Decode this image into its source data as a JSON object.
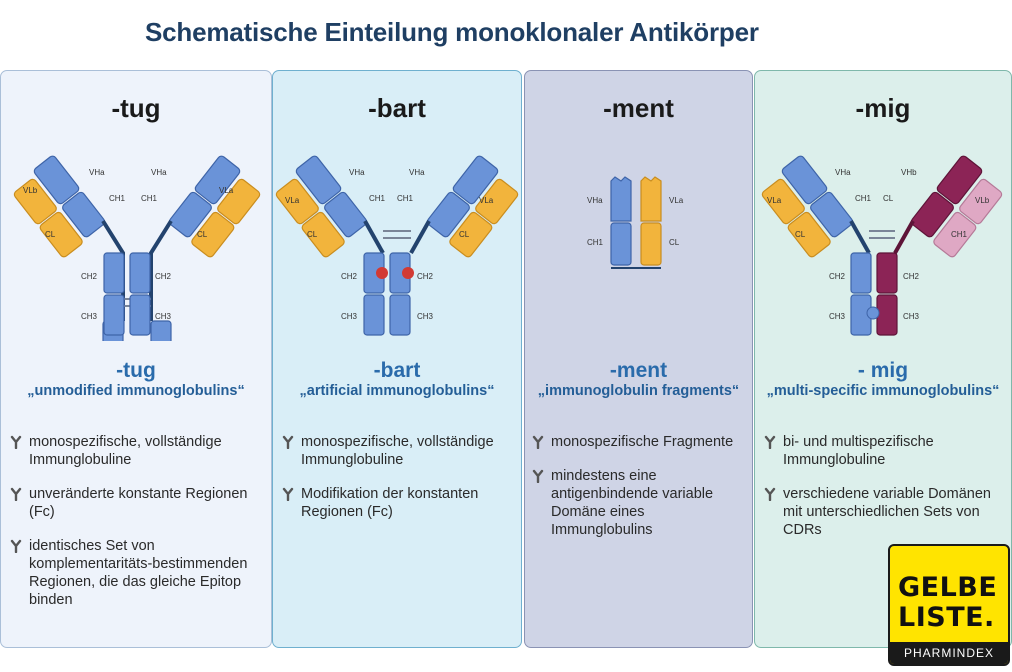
{
  "title": "Schematische Einteilung monoklonaler Antikörper",
  "columns": [
    {
      "suffix": "-tug",
      "sub_suffix": "-tug",
      "description": "„unmodified immunoglobulins“",
      "bullets": [
        "monospezifische, vollständige Immunglobuline",
        "unveränderte konstante Regionen (Fc)",
        "identisches Set von komplementaritäts-bestimmenden Regionen, die das gleiche Epitop binden"
      ]
    },
    {
      "suffix": "-bart",
      "sub_suffix": "-bart",
      "description": "„artificial immunoglobulins“",
      "bullets": [
        "monospezifische, vollständige Immunglobuline",
        "Modifikation der konstanten Regionen (Fc)"
      ]
    },
    {
      "suffix": "-ment",
      "sub_suffix": "-ment",
      "description": "„immunoglobulin fragments“",
      "bullets": [
        "monospezifische Fragmente",
        "mindestens eine antigenbindende variable Domäne eines Immunglobulins"
      ]
    },
    {
      "suffix": "-mig",
      "sub_suffix": "- mig",
      "description": "„multi-specific immunoglobulins“",
      "bullets": [
        "bi- und multispezifische Immunglobuline",
        "verschiedene variable Domänen mit unterschiedlichen Sets von CDRs"
      ]
    }
  ],
  "domain_labels": {
    "vha": "VHa",
    "vla": "VLa",
    "vhb": "VHb",
    "vlb": "VLb",
    "ch1": "CH1",
    "ch2": "CH2",
    "ch3": "CH3",
    "cl": "CL"
  },
  "logo": {
    "line1": "GELBE",
    "line2": "LISTE.",
    "line3": "PHARMINDEX"
  },
  "colors": {
    "heavy": "#6a93d8",
    "light": "#f2b43c",
    "heavy_b": "#8c2456",
    "light_b": "#dfa8c4",
    "mod_dot": "#d23a34",
    "title": "#1f3f63",
    "accent": "#2a6bab"
  }
}
